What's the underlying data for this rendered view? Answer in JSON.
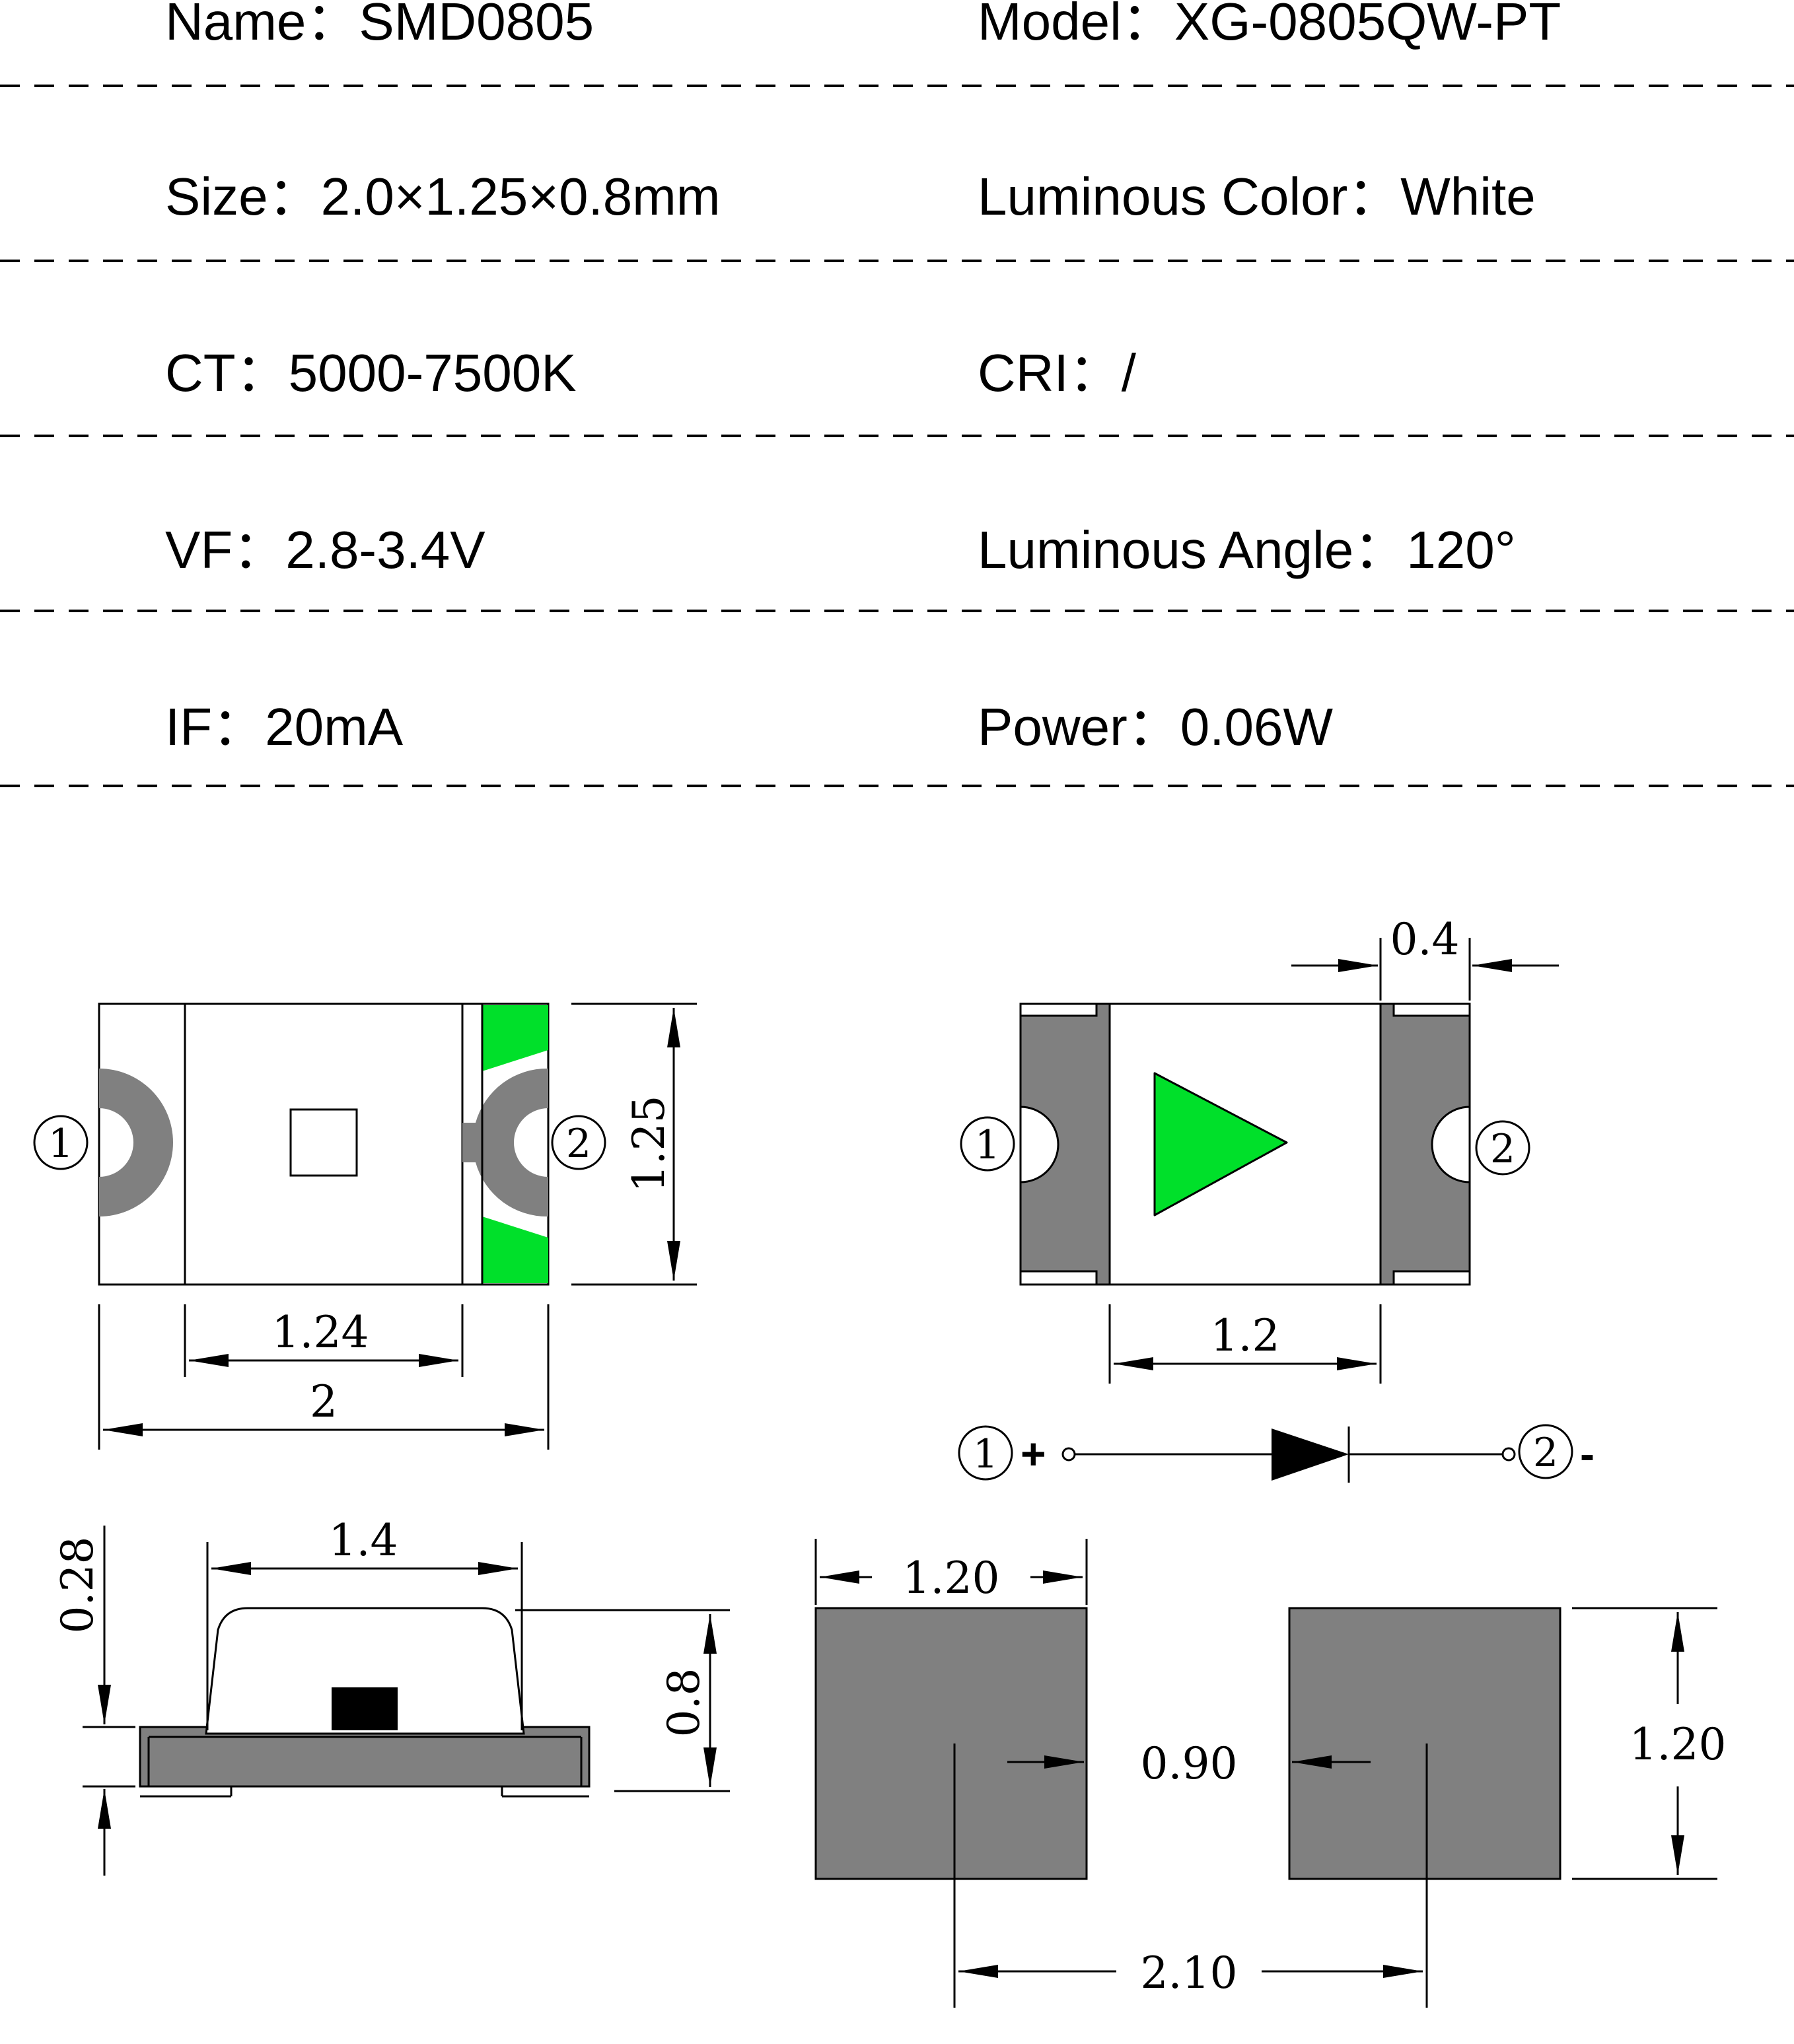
{
  "specs": {
    "name": "Name：SMD0805",
    "model": "Model：XG-0805QW-PT",
    "size": "Size：2.0×1.25×0.8mm",
    "luminous_color": "Luminous Color：White",
    "ct": "CT：5000-7500K",
    "cri": "CRI：/",
    "vf": "VF：2.8-3.4V",
    "luminous_angle": "Luminous Angle：120°",
    "if": "IF：20mA",
    "power": "Power：0.06W"
  },
  "top_view": {
    "pin1": "1",
    "pin2": "2",
    "dim_height": "1.25",
    "dim_inner": "1.24",
    "dim_length": "2"
  },
  "bottom_view": {
    "pin1": "1",
    "pin2": "2",
    "dim_pad": "0.4",
    "dim_gap": "1.2"
  },
  "schematic": {
    "pin1": "1",
    "pin1_sign": "+",
    "pin2": "2",
    "pin2_sign": "-"
  },
  "side_view": {
    "dim_lens": "1.4",
    "dim_base": "0.28",
    "dim_height": "0.8"
  },
  "footprint": {
    "dim_pad_width": "1.20",
    "dim_pad_height": "1.20",
    "dim_gap": "0.90",
    "dim_pitch": "2.10"
  },
  "colors": {
    "green": "#00e02a",
    "pad_gray": "#808080"
  }
}
